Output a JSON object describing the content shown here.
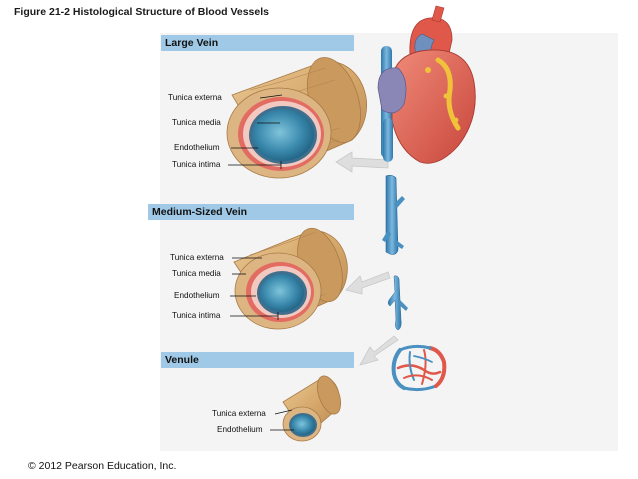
{
  "figure_title": "Figure 21-2  Histological Structure of Blood Vessels",
  "sections": [
    {
      "name": "Large Vein",
      "labels": [
        "Tunica externa",
        "Tunica media",
        "Endothelium",
        "Tunica intima"
      ]
    },
    {
      "name": "Medium-Sized Vein",
      "labels": [
        "Tunica externa",
        "Tunica media",
        "Endothelium",
        "Tunica intima"
      ]
    },
    {
      "name": "Venule",
      "labels": [
        "Tunica externa",
        "Endothelium"
      ]
    }
  ],
  "copyright": "© 2012 Pearson Education, Inc.",
  "colors": {
    "band": "#9fc9e6",
    "tunica_externa": "#d9b27a",
    "tunica_media": "#e06a60",
    "lumen": "#3f8fb0",
    "vein_blue": "#4a90c0",
    "heart_red": "#e0584a"
  }
}
